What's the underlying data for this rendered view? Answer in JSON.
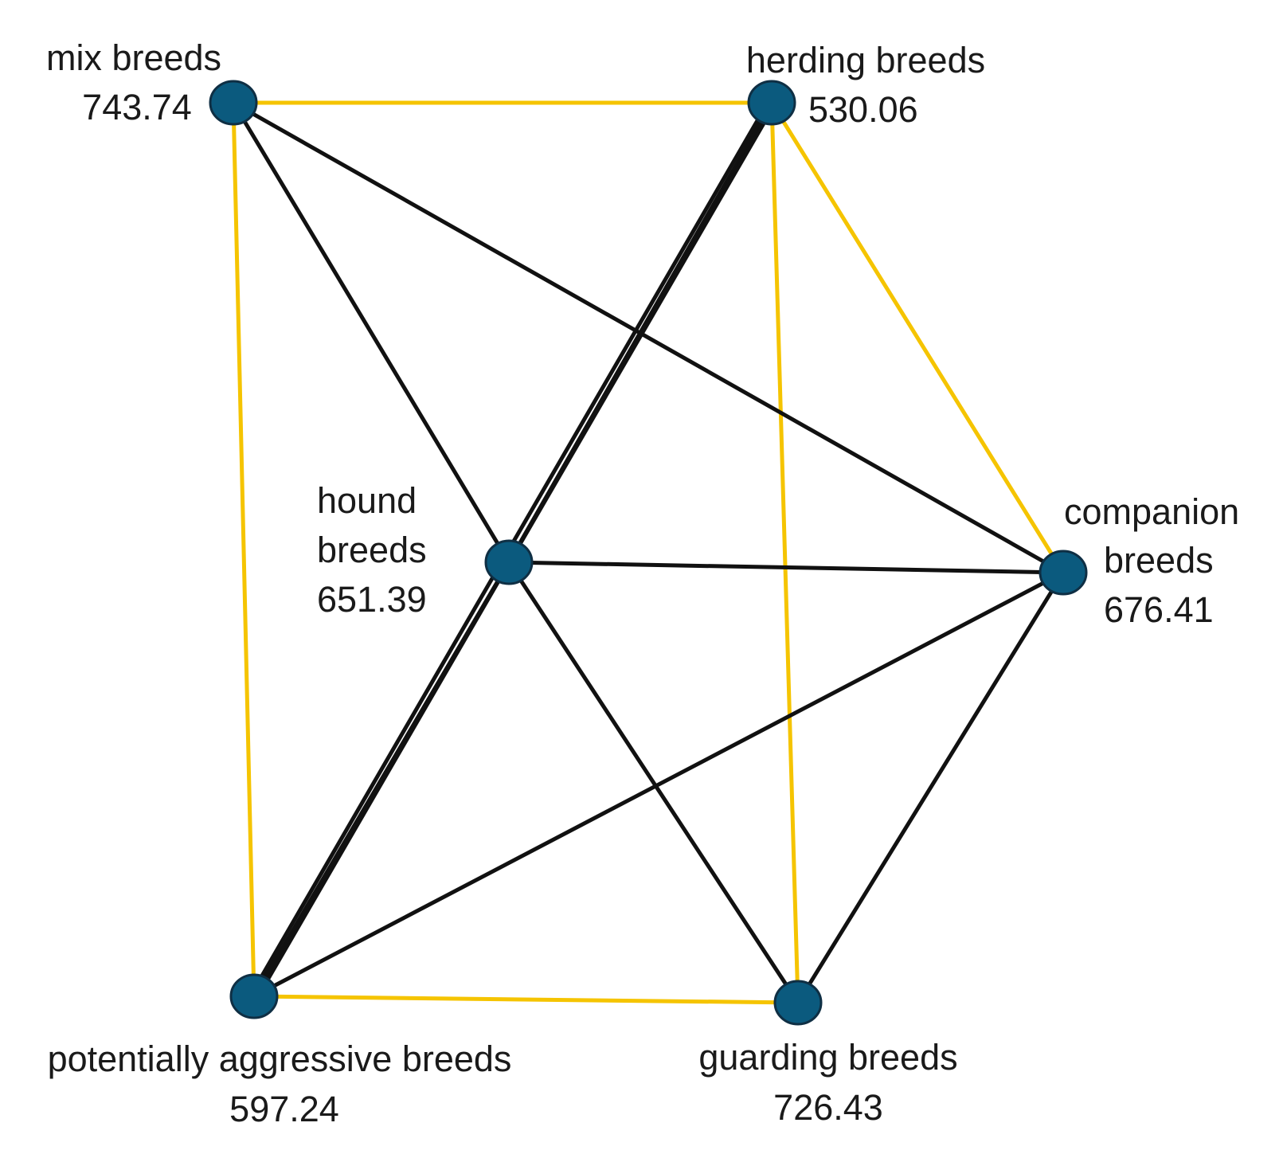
{
  "colors": {
    "node_fill": "#0b5a7e",
    "node_stroke": "#0f2f44",
    "edge_gold": "#f5c400",
    "edge_black": "#111111",
    "text": "#1a1a1a"
  },
  "nodes": [
    {
      "id": "mix",
      "label_lines": [
        "mix breeds",
        "743.74"
      ]
    },
    {
      "id": "herding",
      "label_lines": [
        "herding breeds",
        "530.06"
      ]
    },
    {
      "id": "hound",
      "label_lines": [
        "hound",
        "breeds",
        "651.39"
      ]
    },
    {
      "id": "companion",
      "label_lines": [
        "companion",
        "breeds",
        "676.41"
      ]
    },
    {
      "id": "aggressive",
      "label_lines": [
        "potentially aggressive breeds",
        "597.24"
      ]
    },
    {
      "id": "guarding",
      "label_lines": [
        "guarding breeds",
        "726.43"
      ]
    }
  ],
  "edges": [
    {
      "from": "mix",
      "to": "herding",
      "color": "gold"
    },
    {
      "from": "mix",
      "to": "aggressive",
      "color": "gold"
    },
    {
      "from": "herding",
      "to": "companion",
      "color": "gold"
    },
    {
      "from": "herding",
      "to": "guarding",
      "color": "gold"
    },
    {
      "from": "aggressive",
      "to": "guarding",
      "color": "gold"
    },
    {
      "from": "mix",
      "to": "hound",
      "color": "black"
    },
    {
      "from": "mix",
      "to": "companion",
      "color": "black"
    },
    {
      "from": "herding",
      "to": "hound",
      "color": "black"
    },
    {
      "from": "herding",
      "to": "aggressive",
      "color": "black"
    },
    {
      "from": "hound",
      "to": "companion",
      "color": "black"
    },
    {
      "from": "hound",
      "to": "aggressive",
      "color": "black"
    },
    {
      "from": "hound",
      "to": "guarding",
      "color": "black"
    },
    {
      "from": "companion",
      "to": "aggressive",
      "color": "black"
    },
    {
      "from": "companion",
      "to": "guarding",
      "color": "black"
    }
  ]
}
